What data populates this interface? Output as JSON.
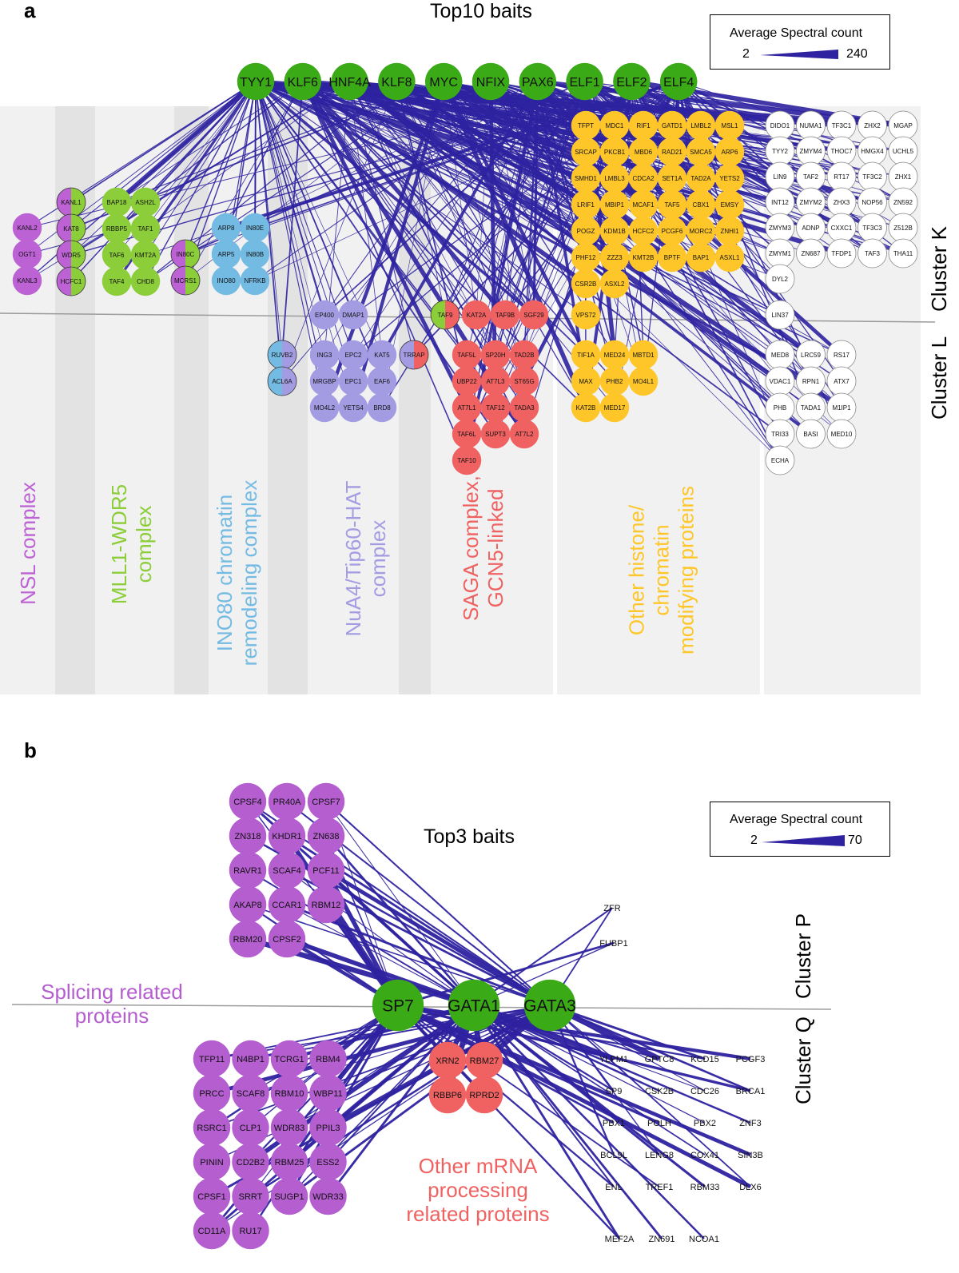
{
  "colors": {
    "bait": "#3aaa17",
    "edge": "#2e22a0",
    "nsl": "#bd62d4",
    "mll": "#8ccd3a",
    "ino80": "#74bbe4",
    "nua4": "#a49ce3",
    "saga": "#f06262",
    "other": "#ffc629",
    "unassigned": "#ffffff",
    "splicing": "#b45ed0",
    "mrna": "#f06262"
  },
  "panel_a": {
    "letter": "a",
    "title": "Top10 baits",
    "legend": {
      "title": "Average Spectral count",
      "min": "2",
      "max": "240"
    },
    "cluster_k": "Cluster K",
    "cluster_l": "Cluster L",
    "baits": [
      "TYY1",
      "KLF6",
      "HNF4A",
      "KLF8",
      "MYC",
      "NFIX",
      "PAX6",
      "ELF1",
      "ELF2",
      "ELF4"
    ],
    "categories": {
      "nsl": [
        "NSL complex"
      ],
      "mll": [
        "MLL1-WDR5",
        "complex"
      ],
      "ino80": [
        "INO80 chromatin",
        "remodeling complex"
      ],
      "nua4": [
        "NuA4/Tip60-HAT",
        "complex"
      ],
      "saga": [
        "SAGA complex,",
        "GCN5-linked"
      ],
      "other": [
        "Other histone/",
        "chromatin",
        "modifying proteins"
      ]
    },
    "proteins": {
      "nsl": [
        "KANL2",
        "OGT1",
        "KANL3"
      ],
      "nsl_mll": [
        "KANL1",
        "KAT8",
        "WDR5",
        "HCFC1"
      ],
      "mll": [
        "BAP18",
        "ASH2L",
        "RBBP5",
        "TAF1",
        "TAF6",
        "KMT2A",
        "TAF4",
        "CHD8"
      ],
      "ino80_nsl": [
        "IN80C",
        "MCRS1"
      ],
      "ino80": [
        "ARP8",
        "IN80E",
        "ARP5",
        "IN80B",
        "INO80",
        "NFRKB"
      ],
      "ino80_nua4": [
        "RUVB2",
        "ACL6A"
      ],
      "nua4": [
        "EP400",
        "DMAP1",
        "ING3",
        "EPC2",
        "KAT5",
        "MRGBP",
        "EPC1",
        "EAF6",
        "MO4L2",
        "YETS4",
        "BRD8"
      ],
      "nua4_saga": [
        "TRRAP"
      ],
      "saga_mll": [
        "TAF9"
      ],
      "saga": [
        "KAT2A",
        "TAF9B",
        "SGF29",
        "TAF5L",
        "SP20H",
        "TAD2B",
        "UBP22",
        "AT7L3",
        "ST65G",
        "AT7L1",
        "TAF12",
        "TADA3",
        "TAF6L",
        "SUPT3",
        "AT7L2",
        "TAF10"
      ],
      "other_k": [
        "TFPT",
        "MDC1",
        "RIF1",
        "GATD1",
        "LMBL2",
        "MSL1",
        "SRCAP",
        "PKCB1",
        "MBD6",
        "RAD21",
        "SMCA5",
        "ARP6",
        "SMHD1",
        "LMBL3",
        "CDCA2",
        "SET1A",
        "TAD2A",
        "YETS2",
        "LRIF1",
        "MBIP1",
        "MCAF1",
        "TAF5",
        "CBX1",
        "EMSY",
        "POGZ",
        "KDM1B",
        "HCFC2",
        "PCGF6",
        "MORC2",
        "ZNHI1",
        "PHF12",
        "ZZZ3",
        "KMT2B",
        "BPTF",
        "BAP1",
        "ASXL1",
        "CSR2B",
        "ASXL2"
      ],
      "other_l": [
        "VPS72",
        "TIF1A",
        "MED24",
        "MBTD1",
        "MAX",
        "PHB2",
        "MO4L1",
        "KAT2B",
        "MED17"
      ],
      "unassigned_k": [
        "DIDO1",
        "NUMA1",
        "TF3C1",
        "ZHX2",
        "MGAP",
        "TYY2",
        "ZMYM4",
        "THOC7",
        "HMGX4",
        "UCHL5",
        "LIN9",
        "TAF2",
        "RT17",
        "TF3C2",
        "ZHX1",
        "INT12",
        "ZMYM2",
        "ZHX3",
        "NOP56",
        "ZN592",
        "ZMYM3",
        "ADNP",
        "CXXC1",
        "TF3C3",
        "Z512B",
        "ZMYM1",
        "ZN687",
        "TFDP1",
        "TAF3",
        "THA11",
        "DYL2"
      ],
      "unassigned_l": [
        "LIN37",
        "MED8",
        "LRC59",
        "RS17",
        "VDAC1",
        "RPN1",
        "ATX7",
        "PHB",
        "TADA1",
        "M1IP1",
        "TRI33",
        "BASI",
        "MED10",
        "ECHA"
      ]
    }
  },
  "panel_b": {
    "letter": "b",
    "title": "Top3 baits",
    "legend": {
      "title": "Average Spectral count",
      "min": "2",
      "max": "70"
    },
    "cluster_p": "Cluster P",
    "cluster_q": "Cluster Q",
    "baits": [
      "SP7",
      "GATA1",
      "GATA3"
    ],
    "cat_splicing": [
      "Splicing related",
      "proteins"
    ],
    "cat_mrna": [
      "Other mRNA",
      "processing",
      "related proteins"
    ],
    "proteins": {
      "splicing_top": [
        "CPSF4",
        "PR40A",
        "CPSF7",
        "ZN318",
        "KHDR1",
        "ZN638",
        "RAVR1",
        "SCAF4",
        "PCF11",
        "AKAP8",
        "CCAR1",
        "RBM12",
        "RBM20",
        "CPSF2"
      ],
      "splicing_bottom": [
        "TFP11",
        "N4BP1",
        "TCRG1",
        "RBM4",
        "PRCC",
        "SCAF8",
        "RBM10",
        "WBP11",
        "RSRC1",
        "CLP1",
        "WDR83",
        "PPIL3",
        "PININ",
        "CD2B2",
        "RBM25",
        "ESS2",
        "CPSF1",
        "SRRT",
        "SUGP1",
        "WDR33",
        "CD11A",
        "RU17"
      ],
      "mrna": [
        "XRN2",
        "RBM27",
        "RBBP6",
        "RPRD2"
      ],
      "plain_p": [
        "ZFR",
        "FUBP1"
      ],
      "plain_q": [
        "YLPM1",
        "GPTC8",
        "KCD15",
        "PCGF3",
        "SP9",
        "CSK2B",
        "CDC26",
        "BRCA1",
        "PBX1",
        "POLH",
        "PBX2",
        "ZNF3",
        "BCL9L",
        "LENG8",
        "COX41",
        "SIN3B",
        "ENL",
        "TREF1",
        "RBM33",
        "DLX6",
        "MEF2A",
        "ZN691",
        "NCOA1"
      ]
    }
  }
}
